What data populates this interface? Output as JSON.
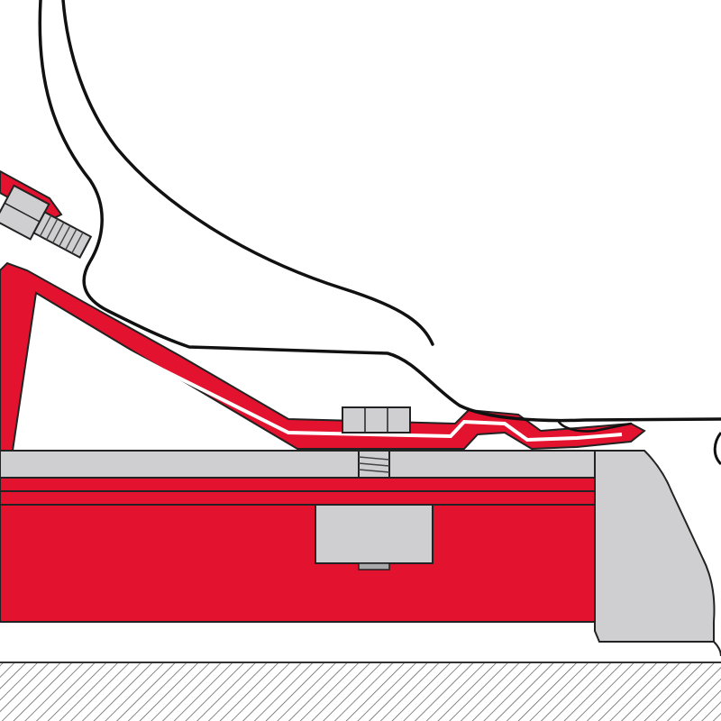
{
  "diagram": {
    "parts": [
      {
        "id": "foot-outline",
        "kind": "outline"
      },
      {
        "id": "upper-red-bracket",
        "kind": "bracket"
      },
      {
        "id": "side-bolt",
        "kind": "fastener"
      },
      {
        "id": "mounting-bolt",
        "kind": "fastener"
      },
      {
        "id": "grey-support-rail",
        "kind": "rail"
      },
      {
        "id": "red-base-beam",
        "kind": "beam"
      },
      {
        "id": "grey-insert-block",
        "kind": "block"
      },
      {
        "id": "grey-end-cap",
        "kind": "cap"
      },
      {
        "id": "hatched-floor",
        "kind": "ground"
      }
    ]
  },
  "colors": {
    "red": "#e3122f",
    "red_dark": "#b50e24",
    "grey": "#cfcfd1",
    "grey_dark": "#a9a9ab",
    "outline": "#111111",
    "white": "#ffffff"
  }
}
